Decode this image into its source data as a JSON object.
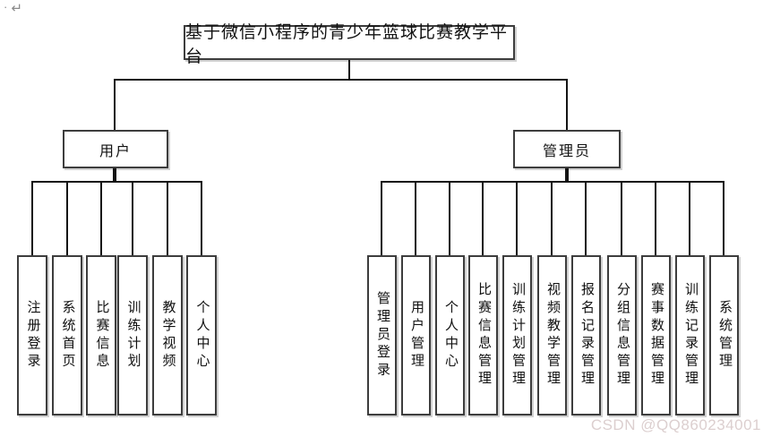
{
  "page": {
    "background": "#ffffff",
    "marks": {
      "dot": "·",
      "return_arrow": "↵"
    },
    "watermark": {
      "text": "CSDN @QQ860234001",
      "color": "#dccfcf"
    }
  },
  "diagram": {
    "type": "hierarchy-tree",
    "line_color": "#141414",
    "box_border_color": "#3d3d3d",
    "root": {
      "label": "基于微信小程序的青少年篮球比赛教学平台"
    },
    "branches": [
      {
        "label": "用户",
        "children": [
          "注册登录",
          "系统首页",
          "比赛信息",
          "训练计划",
          "教学视频",
          "个人中心"
        ]
      },
      {
        "label": "管理员",
        "children": [
          "管理员登录",
          "用户管理",
          "个人中心",
          "比赛信息管理",
          "训练计划管理",
          "视频教学管理",
          "报名记录管理",
          "分组信息管理",
          "赛事数据管理",
          "训练记录管理",
          "系统管理"
        ]
      }
    ]
  }
}
